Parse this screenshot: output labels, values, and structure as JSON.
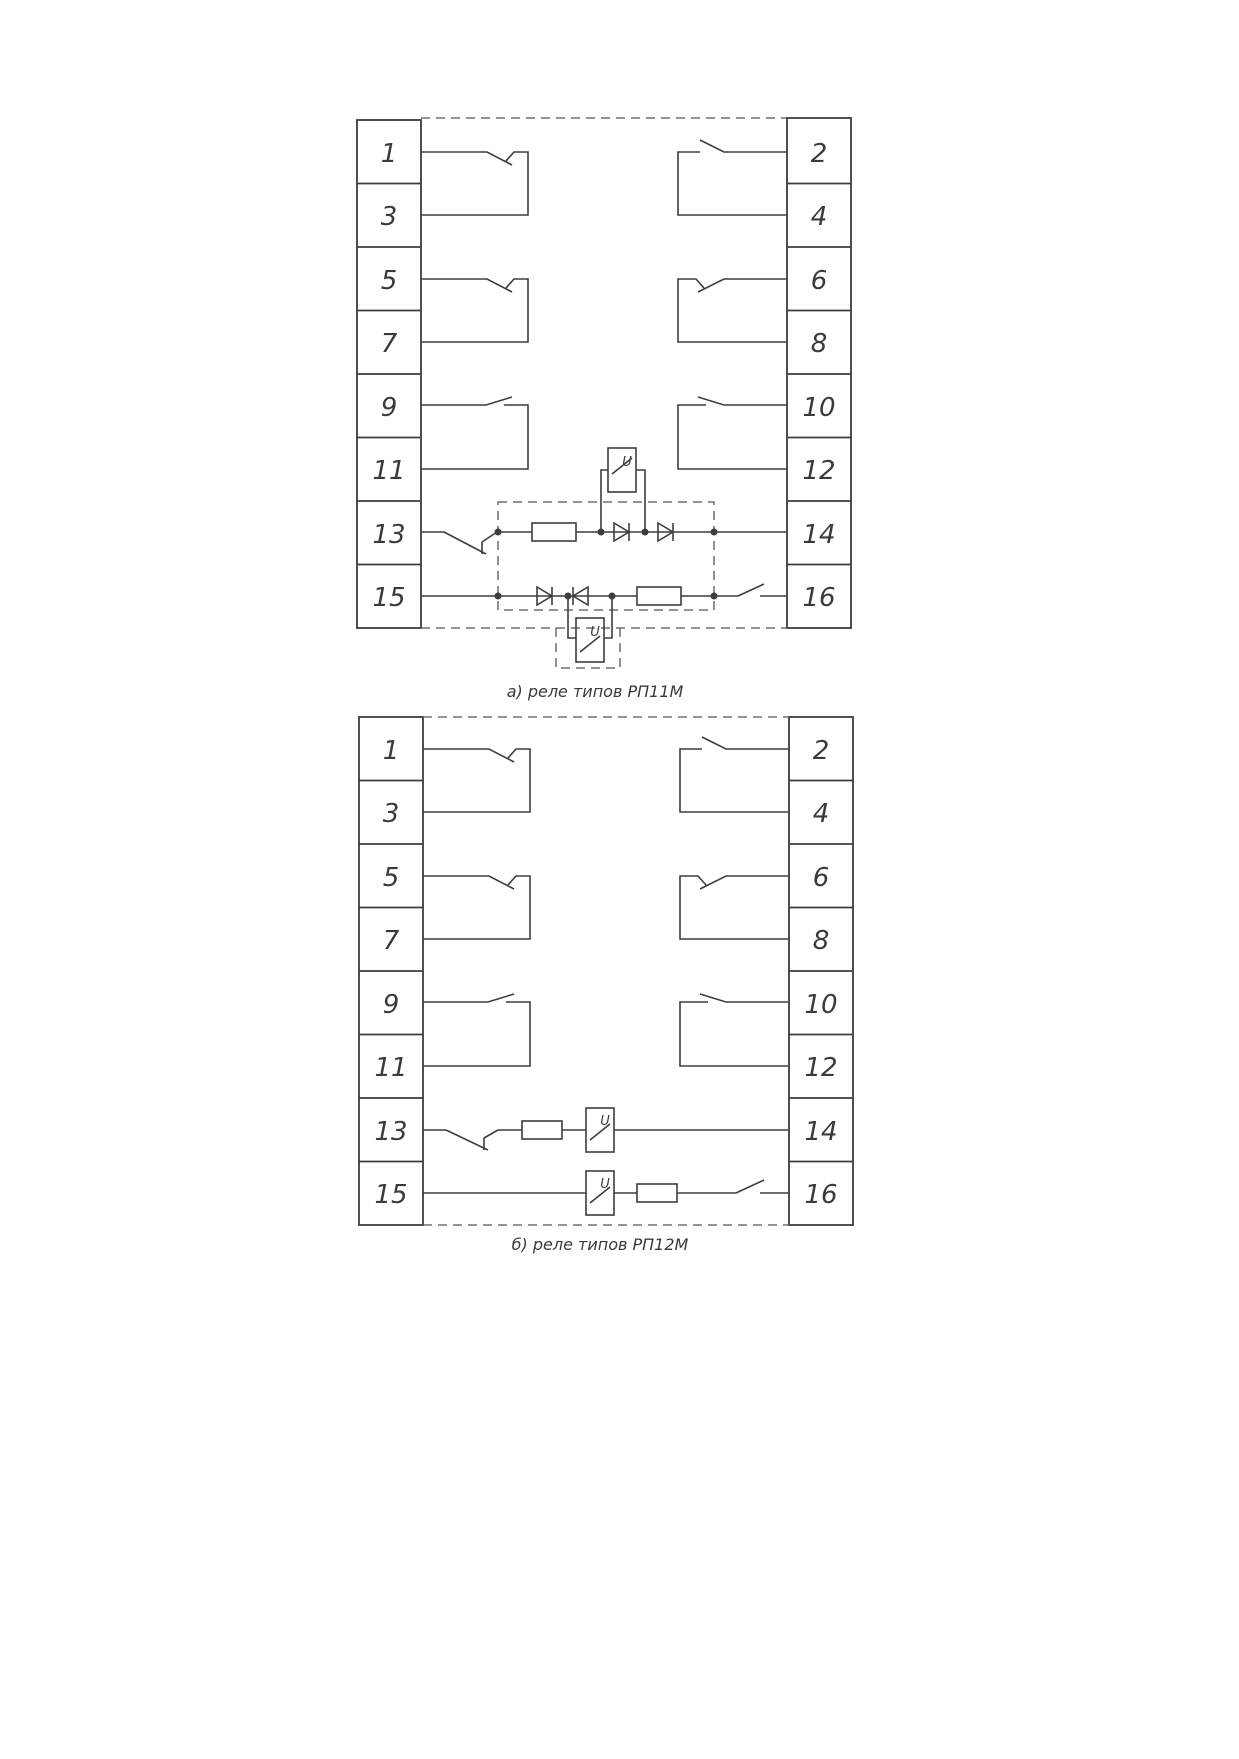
{
  "diagram_a": {
    "caption": "а) реле типов РП11М",
    "left_terminals": [
      "1",
      "3",
      "5",
      "7",
      "9",
      "11",
      "13",
      "15"
    ],
    "right_terminals": [
      "2",
      "4",
      "6",
      "8",
      "10",
      "12",
      "14",
      "16"
    ],
    "coil_symbol": "U"
  },
  "diagram_b": {
    "caption": "б) реле типов РП12М",
    "left_terminals": [
      "1",
      "3",
      "5",
      "7",
      "9",
      "11",
      "13",
      "15"
    ],
    "right_terminals": [
      "2",
      "4",
      "6",
      "8",
      "10",
      "12",
      "14",
      "16"
    ],
    "coil_symbol": "U"
  }
}
